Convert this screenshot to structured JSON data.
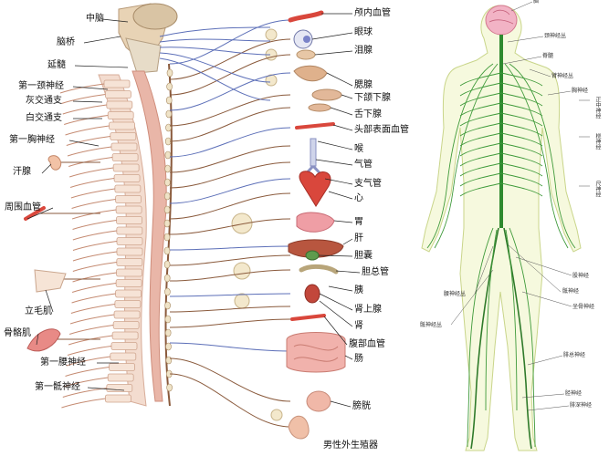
{
  "left_panel": {
    "labels_left": [
      {
        "key": "zhongnao",
        "text": "中脑"
      },
      {
        "key": "naoqiao",
        "text": "脑桥"
      },
      {
        "key": "yansui",
        "text": "延髓"
      },
      {
        "key": "c1",
        "text": "第一颈神经"
      },
      {
        "key": "huijiao",
        "text": "灰交通支"
      },
      {
        "key": "baijiao",
        "text": "白交通支"
      },
      {
        "key": "t1",
        "text": "第一胸神经"
      },
      {
        "key": "hanxian",
        "text": "汗腺"
      },
      {
        "key": "zhouwei",
        "text": "周围血管"
      },
      {
        "key": "limaoji",
        "text": "立毛肌"
      },
      {
        "key": "gegeji",
        "text": "骨骼肌"
      },
      {
        "key": "l1",
        "text": "第一腰神经"
      },
      {
        "key": "s1",
        "text": "第一骶神经"
      }
    ],
    "labels_right": [
      {
        "key": "lunei",
        "text": "颅内血管"
      },
      {
        "key": "yanqiu",
        "text": "眼球"
      },
      {
        "key": "leixian",
        "text": "泪腺"
      },
      {
        "key": "saixian",
        "text": "腮腺"
      },
      {
        "key": "xiahe",
        "text": "下颌下腺"
      },
      {
        "key": "shexia",
        "text": "舌下腺"
      },
      {
        "key": "toubu",
        "text": "头部表面血管"
      },
      {
        "key": "hou",
        "text": "喉"
      },
      {
        "key": "qiguan",
        "text": "气管"
      },
      {
        "key": "zhiqi",
        "text": "支气管"
      },
      {
        "key": "xin",
        "text": "心"
      },
      {
        "key": "wei",
        "text": "胃"
      },
      {
        "key": "gan",
        "text": "肝"
      },
      {
        "key": "dannang",
        "text": "胆囊"
      },
      {
        "key": "danzong",
        "text": "胆总管"
      },
      {
        "key": "yi",
        "text": "胰"
      },
      {
        "key": "shenshang",
        "text": "肾上腺"
      },
      {
        "key": "shen",
        "text": "肾"
      },
      {
        "key": "fubu",
        "text": "腹部血管"
      },
      {
        "key": "chang",
        "text": "肠"
      },
      {
        "key": "pangguang",
        "text": "膀胱"
      },
      {
        "key": "nanxing",
        "text": "男性外生殖器"
      }
    ]
  },
  "right_panel": {
    "labels": [
      {
        "key": "nao",
        "text": "脑"
      },
      {
        "key": "jing",
        "text": "颈神经丛"
      },
      {
        "key": "jisui",
        "text": "脊髓"
      },
      {
        "key": "bi",
        "text": "臂神经丛"
      },
      {
        "key": "xiong",
        "text": "胸神经"
      },
      {
        "key": "zhengzhong",
        "text": "正中神经"
      },
      {
        "key": "rao",
        "text": "桡神经"
      },
      {
        "key": "chi",
        "text": "尺神经"
      },
      {
        "key": "yao",
        "text": "腰神经丛"
      },
      {
        "key": "di",
        "text": "骶神经丛"
      },
      {
        "key": "gu",
        "text": "股神经"
      },
      {
        "key": "zuogu",
        "text": "坐骨神经"
      },
      {
        "key": "feizong",
        "text": "腓总神经"
      },
      {
        "key": "jing2",
        "text": "胫神经"
      },
      {
        "key": "feishen",
        "text": "腓深神经"
      },
      {
        "key": "diss",
        "text": "骶神经"
      }
    ]
  },
  "colors": {
    "spine": "#f1c9b5",
    "spine_edge": "#d39b86",
    "nerve_sympathetic": "#8a5a3c",
    "nerve_blue": "#5c6fb8",
    "organ_red": "#d9473c",
    "organ_pink": "#f0a9a0",
    "body_nerve": "#2f8a2f",
    "body_fill": "#f4f7d8",
    "brain": "#f2b3c5"
  }
}
